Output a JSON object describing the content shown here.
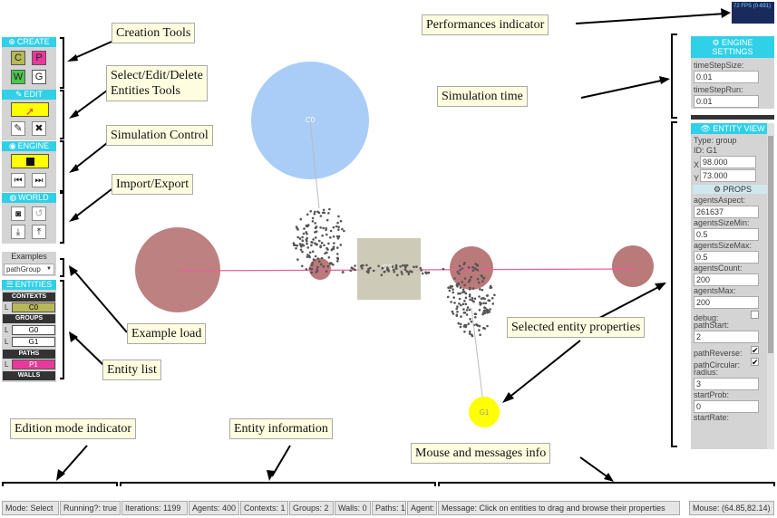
{
  "left": {
    "create": {
      "header": "CREATE",
      "btn_c": "C",
      "btn_p": "P",
      "btn_w": "W",
      "btn_g": "G"
    },
    "edit": {
      "header": "EDIT"
    },
    "engine": {
      "header": "ENGINE"
    },
    "world": {
      "header": "WORLD"
    },
    "examples": {
      "label": "Examples",
      "selected": "pathGroup"
    },
    "entities": {
      "header": "ENTITIES",
      "contexts_label": "CONTEXTS",
      "contexts": [
        "C0"
      ],
      "groups_label": "GROUPS",
      "groups": [
        "G0",
        "G1"
      ],
      "paths_label": "PATHS",
      "paths": [
        "P1"
      ],
      "walls_label": "WALLS",
      "row_prefix": "L"
    }
  },
  "perf": {
    "text": "72 FPS (0-691)"
  },
  "engine_settings": {
    "header_line1": "ENGINE",
    "header_line2": "SETTINGS",
    "fields": [
      {
        "label": "timeStepSize:",
        "value": "0.01"
      },
      {
        "label": "timeStepRun:",
        "value": "0.01"
      }
    ]
  },
  "entity_view": {
    "header": "ENTITY VIEW",
    "type": "Type: group",
    "id": "ID: G1",
    "x_label": "X",
    "x": "98.000",
    "y_label": "Y",
    "y": "73.000",
    "props_header": "PROPS",
    "props": [
      {
        "label": "agentsAspect:",
        "value": "261637"
      },
      {
        "label": "agentsSizeMin:",
        "value": "0.5"
      },
      {
        "label": "agentsSizeMax:",
        "value": "0.5"
      },
      {
        "label": "agentsCount:",
        "value": "200"
      },
      {
        "label": "agentsMax:",
        "value": "200"
      }
    ],
    "debug_label": "debug:",
    "path_start_label": "pathStart:",
    "path_start": "2",
    "path_reverse_label": "pathReverse:",
    "path_circular_label": "pathCircular:",
    "radius_label": "radius:",
    "radius": "3",
    "start_prob_label": "startProb:",
    "start_prob": "0",
    "start_rate_label": "startRate:"
  },
  "scene": {
    "context_label": "C0",
    "wall_label": "G0",
    "group_label": "G1"
  },
  "annotations": {
    "creation_tools": "Creation Tools",
    "select_tools_1": "Select/Edit/Delete",
    "select_tools_2": "Entities Tools",
    "simulation_control": "Simulation  Control",
    "import_export": "Import/Export",
    "example_load": "Example load",
    "entity_list": "Entity list",
    "performances": "Performances indicator",
    "simulation_time": "Simulation time",
    "selected_props": "Selected entity properties",
    "edition_mode": "Edition mode indicator",
    "entity_info": "Entity information",
    "mouse_info": "Mouse and messages info"
  },
  "status": {
    "mode": "Mode: Select",
    "running": "Running?: true",
    "iterations": "Iterations: 1199",
    "agents": "Agents: 400",
    "contexts": "Contexts: 1",
    "groups": "Groups: 2",
    "walls": "Walls: 0",
    "paths": "Paths: 1",
    "agent": "Agent:",
    "message": "Message: Click on entities to drag and browse their properties",
    "mouse": "Mouse: (64.85,82.14)"
  },
  "colors": {
    "header_cyan": "#2fd0e8",
    "context_blue": "#a9cdf7",
    "path_red": "#b26b6b",
    "wall_gray": "#c8c4b0",
    "group_yellow": "#ffff00",
    "path_line": "#e8609b"
  }
}
